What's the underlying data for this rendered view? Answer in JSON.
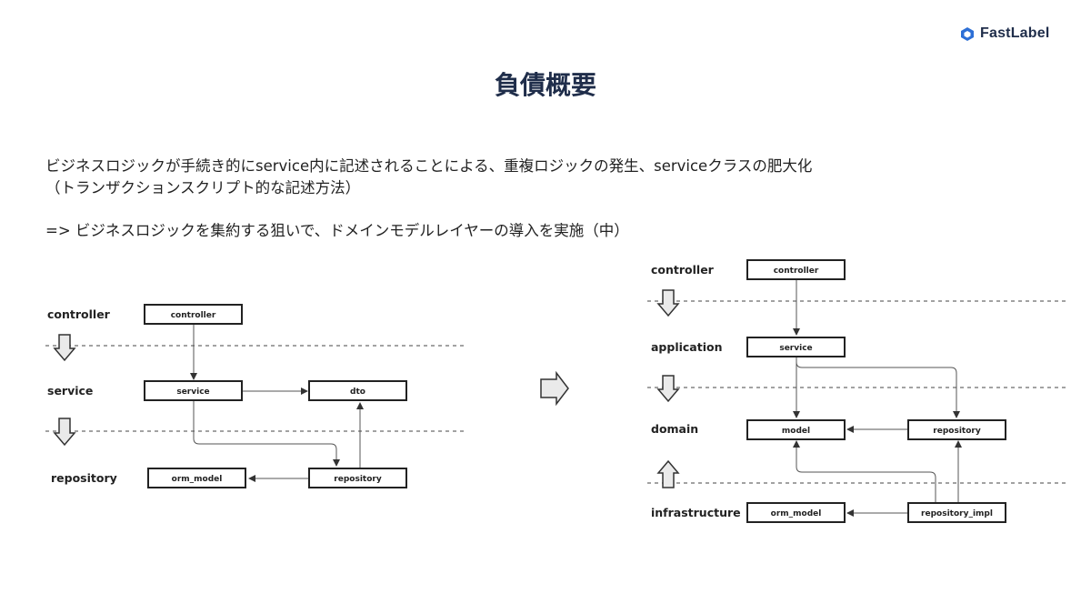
{
  "brand": {
    "name": "FastLabel"
  },
  "title": "負債概要",
  "body": {
    "line1": "ビジネスロジックが手続き的にservice内に記述されることによる、重複ロジックの発生、serviceクラスの肥大化",
    "line2": "（トランザクションスクリプト的な記述方法）",
    "line3": "=> ビジネスロジックを集約する狙いで、ドメインモデルレイヤーの導入を実施（中）"
  },
  "before": {
    "layers": [
      "controller",
      "service",
      "repository"
    ],
    "boxes": {
      "controller": "controller",
      "service": "service",
      "dto": "dto",
      "orm_model": "orm_model",
      "repository": "repository"
    }
  },
  "after": {
    "layers": [
      "controller",
      "application",
      "domain",
      "infrastructure"
    ],
    "boxes": {
      "controller": "controller",
      "service": "service",
      "model": "model",
      "repository": "repository",
      "orm_model": "orm_model",
      "repository_impl": "repository_impl"
    }
  }
}
